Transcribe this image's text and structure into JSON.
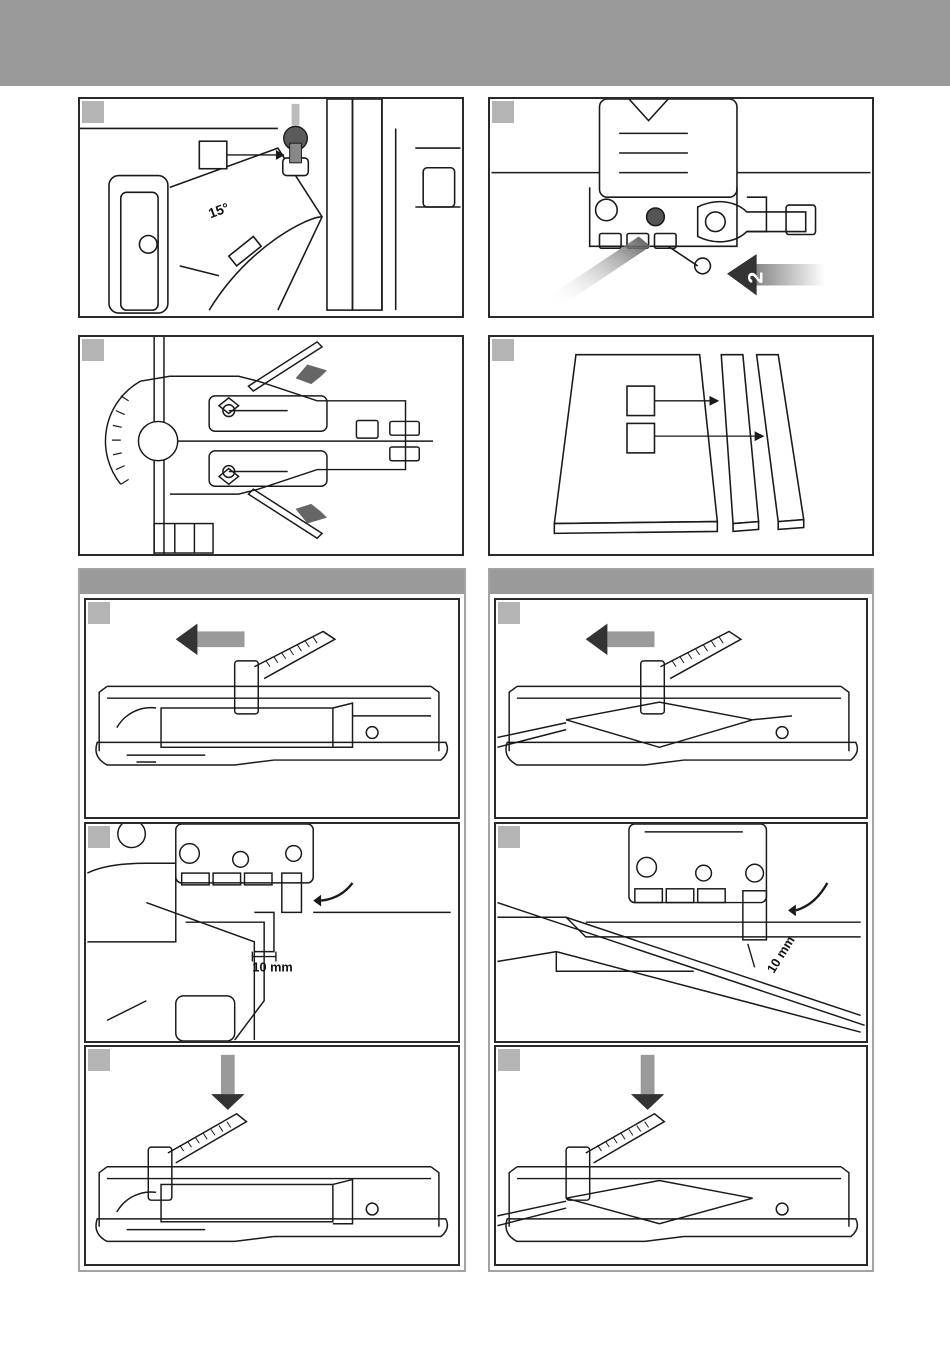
{
  "colors": {
    "header_bar": "#9a9a9a",
    "step_badge": "#b4b4b4",
    "line": "#1a1a1a"
  },
  "figure_texts": {
    "angle_15": "15°",
    "direction_number": "2",
    "gap_left": "10 mm",
    "gap_right": "10 mm"
  },
  "icons": [
    "arrow-left-icon",
    "arrow-down-icon",
    "curved-arrow-icon",
    "gradient-arrow-icon"
  ]
}
